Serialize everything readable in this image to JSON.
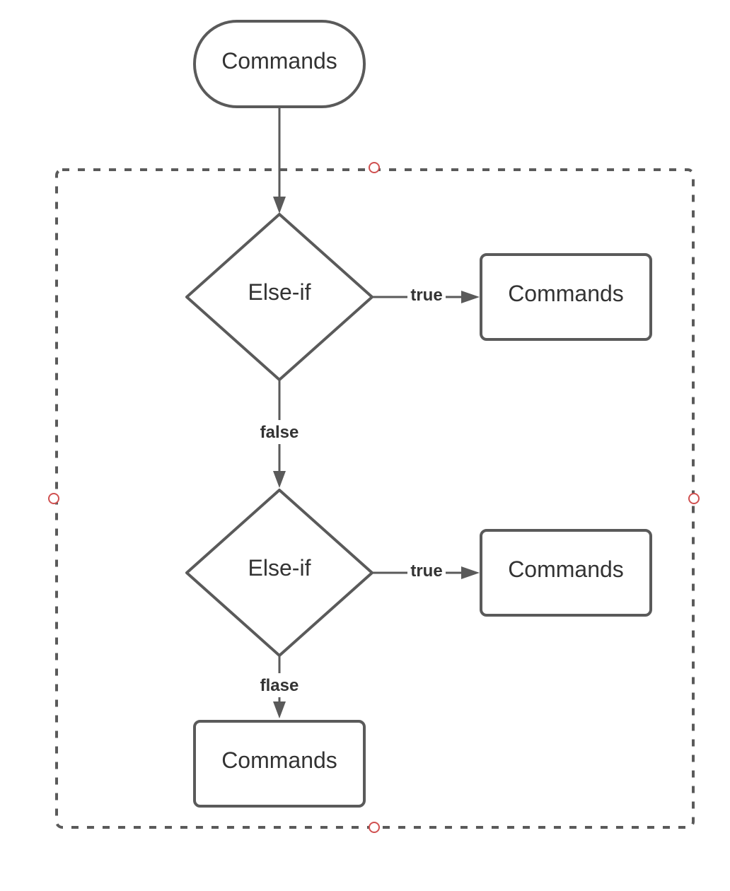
{
  "diagram": {
    "nodes": {
      "start": {
        "label": "Commands",
        "shape": "terminal"
      },
      "decision1": {
        "label": "Else-if",
        "shape": "decision"
      },
      "decision1_true": {
        "label": "Commands",
        "shape": "process"
      },
      "decision2": {
        "label": "Else-if",
        "shape": "decision"
      },
      "decision2_true": {
        "label": "Commands",
        "shape": "process"
      },
      "final": {
        "label": "Commands",
        "shape": "process"
      }
    },
    "edges": {
      "d1_true": {
        "label": "true"
      },
      "d1_false": {
        "label": "false"
      },
      "d2_true": {
        "label": "true"
      },
      "d2_false": {
        "label": "flase"
      }
    },
    "colors": {
      "stroke": "#5a5a5a",
      "text": "#333333",
      "handle": "#d05050",
      "background": "#ffffff"
    }
  }
}
